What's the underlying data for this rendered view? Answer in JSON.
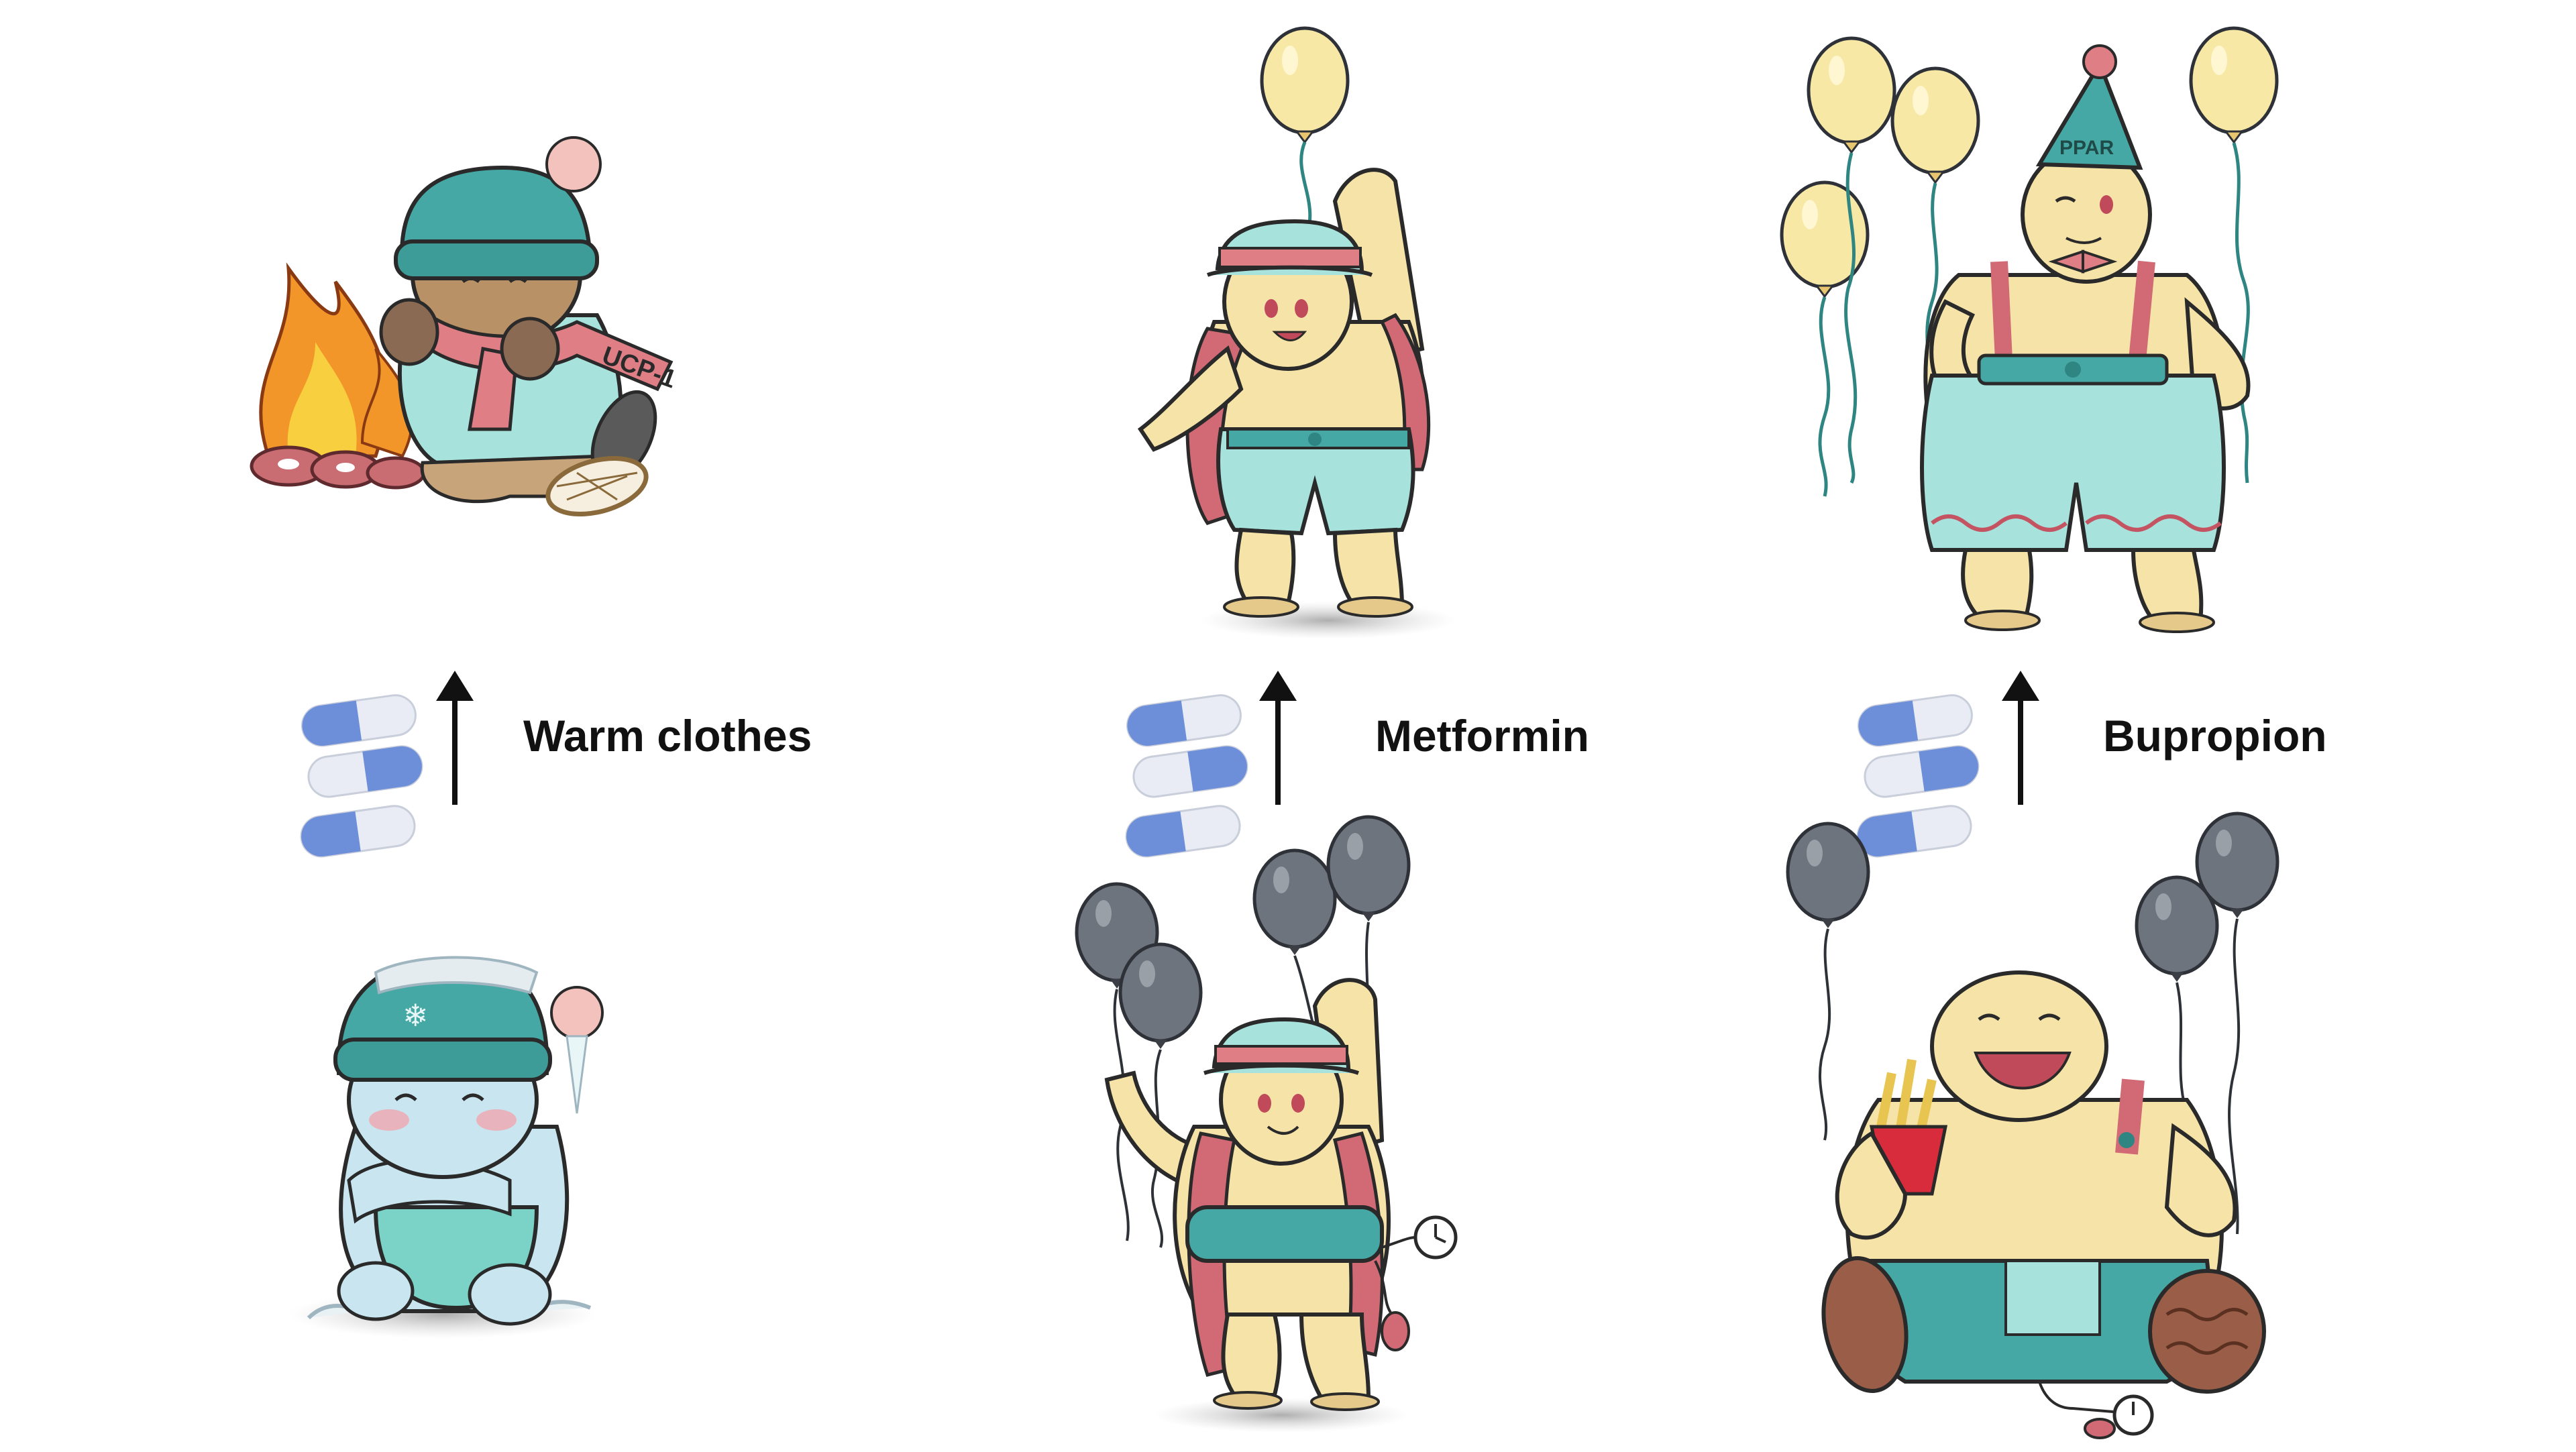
{
  "panels": [
    {
      "label": "Warm clothes",
      "before": "cold-character",
      "after": "warm-character",
      "decor": [
        "fire",
        "donuts",
        "snowshoe"
      ],
      "after_text": "UCP-1"
    },
    {
      "label": "Metformin",
      "before": "character-with-dark-balloons",
      "after": "character-with-yellow-balloon",
      "decor": [
        "dark-balloons",
        "stopwatch",
        "pressure-bulb"
      ]
    },
    {
      "label": "Bupropion",
      "before": "obese-character-with-fries",
      "after": "character-with-party-hat",
      "decor": [
        "dark-balloons",
        "yellow-balloons",
        "stopwatch",
        "pressure-bulb"
      ],
      "after_text": "PPAR"
    }
  ],
  "colors": {
    "teal": "#45a8a4",
    "teal_dark": "#2f8582",
    "mint": "#a8e2dc",
    "skin": "#f6e3a8",
    "pink": "#e07e86",
    "pink_dark": "#c45462",
    "ice": "#c9e6f0",
    "balloon_dark": "#6e747d",
    "balloon_yellow": "#f8e8a6",
    "pill_blue": "#6d8fd9",
    "pill_white": "#e9ecf4",
    "arrow": "#111111",
    "shoe": "#9a5d47",
    "flame_outer": "#f2962a",
    "flame_inner": "#f8cf3e"
  }
}
